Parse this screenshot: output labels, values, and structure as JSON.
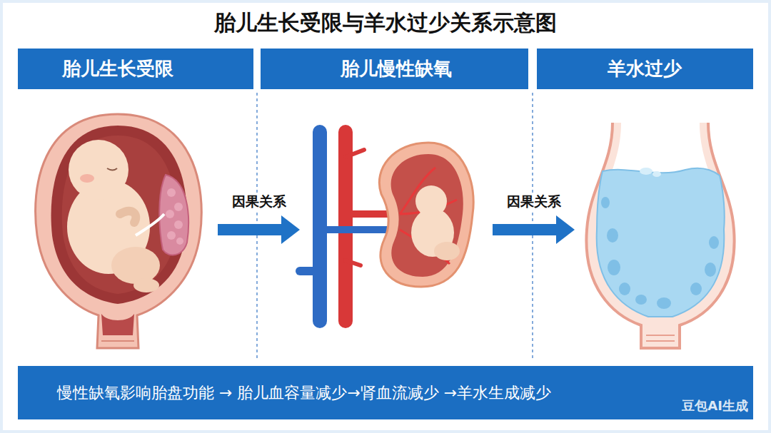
{
  "diagram": {
    "title": "胎儿生长受限与羊水过少关系示意图",
    "nodes": [
      {
        "text": [
          "胎儿生长受限"
        ]
      },
      {
        "text": [
          "胎儿慢性缺氧"
        ]
      },
      {
        "text": [
          "羊水过少"
        ]
      },
      {
        "text": [
          "慢性缺氧影响胎盘功能 → 胎儿血容量减少→肾血流减少 →羊水生成减少"
        ]
      }
    ],
    "edges": [
      {
        "from": 0,
        "to": 1,
        "arrow": "to",
        "label": "因果关系"
      },
      {
        "from": 1,
        "to": 2,
        "arrow": "to",
        "label": "因果关系"
      }
    ],
    "labels": [
      "豆包AI生成"
    ]
  }
}
